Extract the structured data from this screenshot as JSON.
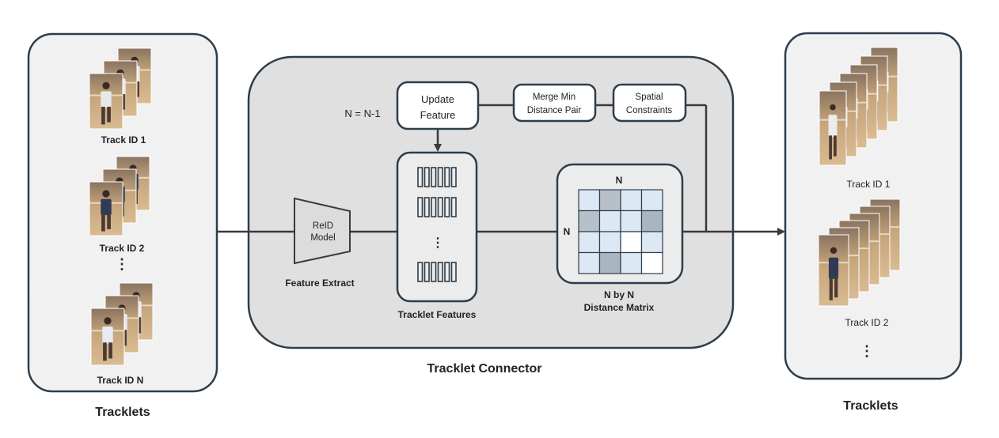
{
  "left_panel": {
    "caption": "Tracklets",
    "tracks": [
      {
        "label": "Track ID 1"
      },
      {
        "label": "Track ID 2"
      },
      {
        "label": "Track ID N"
      }
    ],
    "ellipsis": "⋮"
  },
  "connector": {
    "caption": "Tracklet Connector",
    "reid": {
      "line1": "ReID",
      "line2": "Model",
      "caption": "Feature Extract"
    },
    "features": {
      "caption": "Tracklet Features",
      "ellipsis": "⋮"
    },
    "matrix": {
      "top_label": "N",
      "side_label": "N",
      "caption_line1": "N by N",
      "caption_line2": "Distance Matrix"
    },
    "update": {
      "line1": "Update",
      "line2": "Feature"
    },
    "counter": "N = N-1",
    "merge": {
      "line1": "Merge Min",
      "line2": "Distance Pair"
    },
    "spatial": {
      "line1": "Spatial",
      "line2": "Constraints"
    }
  },
  "right_panel": {
    "caption": "Tracklets",
    "tracks": [
      {
        "label": "Track ID 1"
      },
      {
        "label": "Track ID 2"
      }
    ],
    "ellipsis": "⋮"
  },
  "colors": {
    "panel_fill": "#f1f1f1",
    "connector_fill": "#e0e0e0",
    "stroke": "#2e3d4a",
    "court": "#c9a57a",
    "matrix_light": "#dce9f5",
    "matrix_mid": "#a9b5c0",
    "matrix_dark": "#7f8a94"
  }
}
